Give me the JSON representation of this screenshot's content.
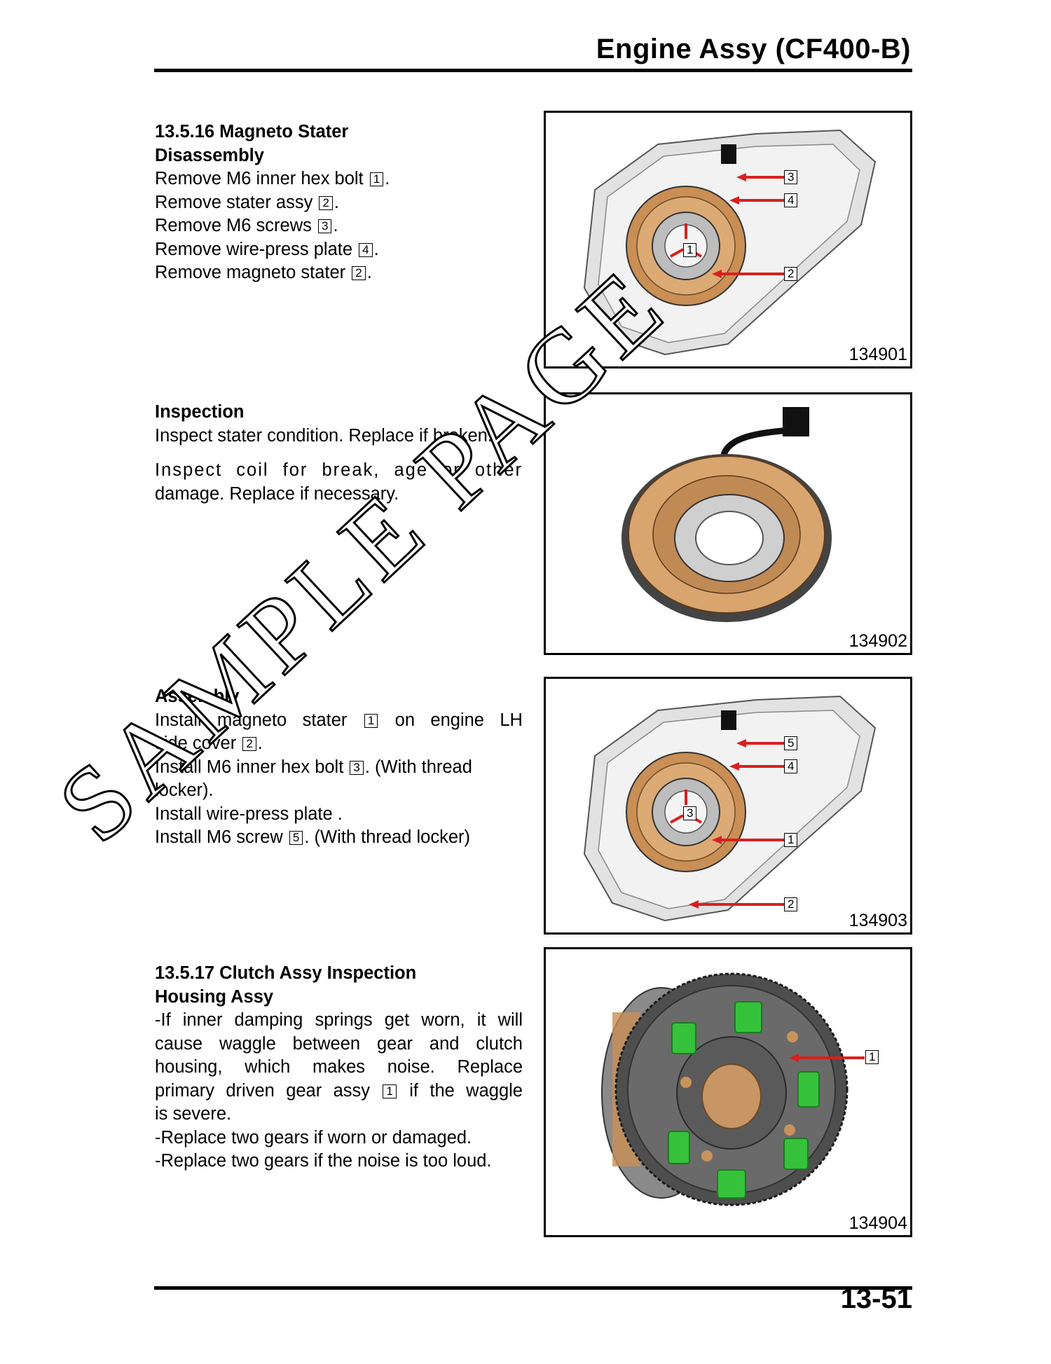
{
  "header": {
    "title": "Engine Assy (CF400-B)"
  },
  "footer": {
    "page_number": "13-51"
  },
  "watermark": "SAMPLE PAGE",
  "sec1": {
    "heading": "13.5.16 Magneto Stater",
    "subheading": "Disassembly",
    "steps": [
      {
        "text": "Remove M6 inner hex bolt",
        "ref": "1"
      },
      {
        "text": "Remove stater assy",
        "ref": "2"
      },
      {
        "text": "Remove M6 screws",
        "ref": "3"
      },
      {
        "text": "Remove wire-press plate",
        "ref": "4"
      },
      {
        "text": "Remove magneto stater",
        "ref": "2"
      }
    ]
  },
  "fig1": {
    "number": "134901",
    "callouts": [
      "3",
      "4",
      "1",
      "2"
    ]
  },
  "sec2": {
    "heading": "Inspection",
    "line1": "Inspect stater condition. Replace if broken.",
    "line2": "Inspect coil for break, age or other",
    "line3": "damage. Replace if necessary."
  },
  "fig2": {
    "number": "134902"
  },
  "sec3": {
    "heading": "Assembly",
    "l1a": "Install magneto stater",
    "l1ref": "1",
    "l1b": "on engine LH",
    "l2a": "side cover",
    "l2ref": "2",
    "l2b": ".",
    "l3a": "Install M6 inner hex bolt",
    "l3ref": "3",
    "l3b": ". (With thread",
    "l4": "locker).",
    "l5": "Install wire-press plate .",
    "l6a": "Install M6 screw",
    "l6ref": "5",
    "l6b": ". (With thread locker)"
  },
  "fig3": {
    "number": "134903",
    "callouts": [
      "5",
      "4",
      "3",
      "1",
      "2"
    ]
  },
  "sec4": {
    "heading": "13.5.17 Clutch Assy Inspection",
    "subheading": "Housing Assy",
    "p1": "-If inner damping springs get worn, it will",
    "p2": "cause waggle between gear and clutch",
    "p3": "housing, which makes noise. Replace",
    "p4a": "primary driven gear assy",
    "p4ref": "1",
    "p4b": "if the waggle",
    "p5": "is severe.",
    "p6": "-Replace two gears if worn or damaged.",
    "p7": "-Replace two gears if the noise is too loud."
  },
  "fig4": {
    "number": "134904",
    "callouts": [
      "1"
    ]
  },
  "colors": {
    "arrow": "#d92020",
    "copper": "#d9a56e",
    "spring": "#35c23a",
    "housing": "#cfcfcf"
  }
}
